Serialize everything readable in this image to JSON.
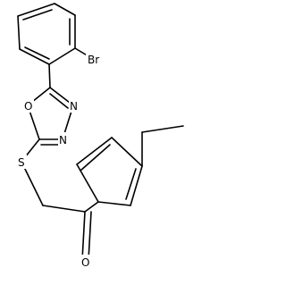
{
  "molecule": {
    "atoms": {
      "bromine": "Br",
      "ring_oxygen": "O",
      "ring_nitrogen_upper": "N",
      "ring_nitrogen_lower": "N",
      "sulfur": "S",
      "carbonyl_oxygen": "O"
    },
    "colors": {
      "bond": "#000000",
      "label": "#000000",
      "background": "#ffffff"
    }
  }
}
